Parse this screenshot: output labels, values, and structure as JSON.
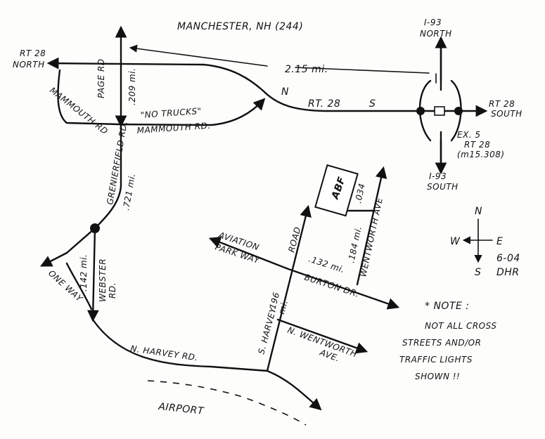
{
  "title": "MANCHESTER, NH (244)",
  "routes": {
    "i93_north": [
      "I-93",
      "NORTH"
    ],
    "i93_south": [
      "I-93",
      "SOUTH"
    ],
    "rt28_north": [
      "RT 28",
      "NORTH"
    ],
    "rt28_south": [
      "RT 28",
      "SOUTH"
    ],
    "rt28_center": "RT. 28",
    "n_letter": "N",
    "s_letter": "S",
    "exit": [
      "EX. 5",
      "RT 28",
      "(m15.308)"
    ]
  },
  "roads": {
    "page_rd": "PAGE RD",
    "mammouth_rd_loop": "MAMMOUTH RD",
    "mammouth_rd_main": "MAMMOUTH RD.",
    "no_trucks": "\"NO TRUCKS\"",
    "grenierfield_rd": "GRENIERFIELD RD.",
    "webster_rd": [
      "WEBSTER",
      "RD."
    ],
    "one_way": "ONE WAY",
    "n_harvey_rd": "N. HARVEY RD.",
    "s_harvey_road": [
      "S. HARVEY",
      "ROAD"
    ],
    "aviation_parkway": [
      "AVIATION",
      "PARK WAY"
    ],
    "burton_dr": "BURTON DR.",
    "wentworth_ave": "WENTWORTH AVE",
    "n_wentworth_ave": [
      "N. WENTWORTH",
      "AVE."
    ],
    "airport": "AIRPORT"
  },
  "distances": {
    "rt28": "2.15 mi.",
    "page_rd": ".209 mi.",
    "grenierfield": ".721 mi.",
    "webster": ".142 mi.",
    "s_harvey": [
      ".196",
      "mi."
    ],
    "burton": ".132 mi.",
    "wentworth": ".184 mi.",
    "abf_spur": ".034"
  },
  "terminal": "ABF",
  "compass": {
    "n": "N",
    "s": "S",
    "e": "E",
    "w": "W"
  },
  "date_initials": [
    "6-04",
    "DHR"
  ],
  "note": [
    "* NOTE :",
    "NOT ALL CROSS",
    "STREETS AND/OR",
    "TRAFFIC LIGHTS",
    "SHOWN !!"
  ]
}
